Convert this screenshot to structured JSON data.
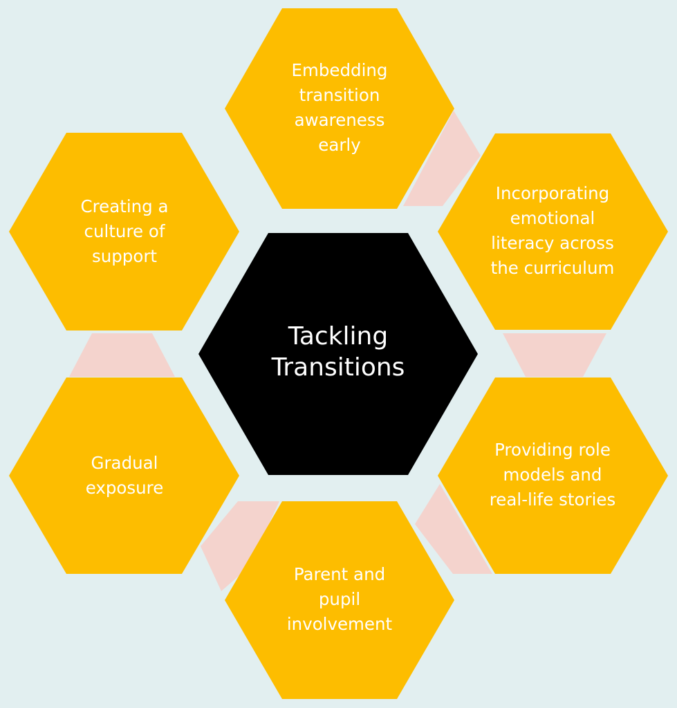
{
  "colors": {
    "background": "#e2eff0",
    "petal": "#fdbd00",
    "center": "#000000",
    "connector": "#f4d3cd",
    "text": "#ffffff"
  },
  "center": {
    "lines": [
      "Tackling",
      "Transitions"
    ]
  },
  "items": [
    {
      "id": "embedding",
      "lines": [
        "Embedding",
        "transition",
        "awareness",
        "early"
      ]
    },
    {
      "id": "emotional",
      "lines": [
        "Incorporating",
        "emotional",
        "literacy across",
        "the curriculum"
      ]
    },
    {
      "id": "role-models",
      "lines": [
        "Providing role",
        "models and",
        "real-life stories"
      ]
    },
    {
      "id": "parent-pupil",
      "lines": [
        "Parent and",
        "pupil",
        "involvement"
      ]
    },
    {
      "id": "gradual",
      "lines": [
        "Gradual",
        "exposure"
      ]
    },
    {
      "id": "culture",
      "lines": [
        "Creating a",
        "culture of",
        "support"
      ]
    }
  ]
}
